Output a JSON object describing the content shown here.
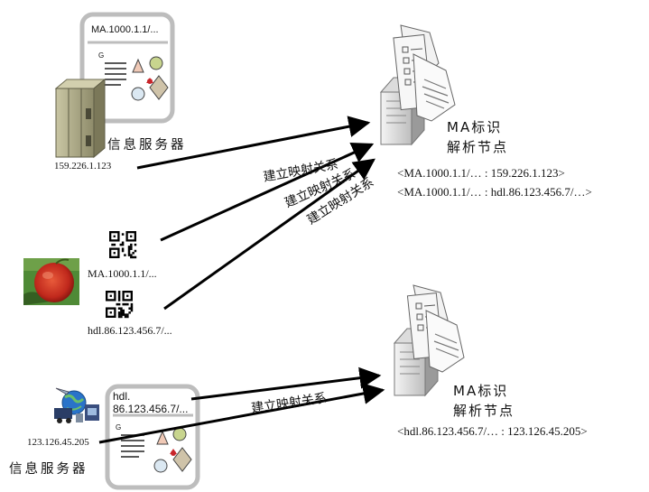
{
  "cards": {
    "top_card_id": "MA.1000.1.1/...",
    "bottom_card_id_line1": "hdl.",
    "bottom_card_id_line2": "86.123.456.7/...",
    "doc_letter": "G"
  },
  "servers": {
    "top_label": "信息服务器",
    "top_ip": "159.226.1.123",
    "bottom_label": "信息服务器",
    "bottom_ip": "123.126.45.205"
  },
  "product": {
    "qr1_id": "MA.1000.1.1/...",
    "qr2_id": "hdl.86.123.456.7/..."
  },
  "relation_label": "建立映射关系",
  "nodes": {
    "top_title_line1": "MA标识",
    "top_title_line2": "解析节点",
    "top_map1": "<MA.1000.1.1/… : 159.226.1.123>",
    "top_map2": "<MA.1000.1.1/… : hdl.86.123.456.7/…>",
    "bottom_title_line1": "MA标识",
    "bottom_title_line2": "解析节点",
    "bottom_map1": "<hdl.86.123.456.7/… : 123.126.45.205>"
  },
  "colors": {
    "card_border": "#bdbdbd",
    "server_tower": "#a9a683",
    "apple_red": "#c0281c",
    "leaf_green": "#3f7a2a",
    "arrow": "#000000",
    "globe_blue": "#2a73c9"
  }
}
